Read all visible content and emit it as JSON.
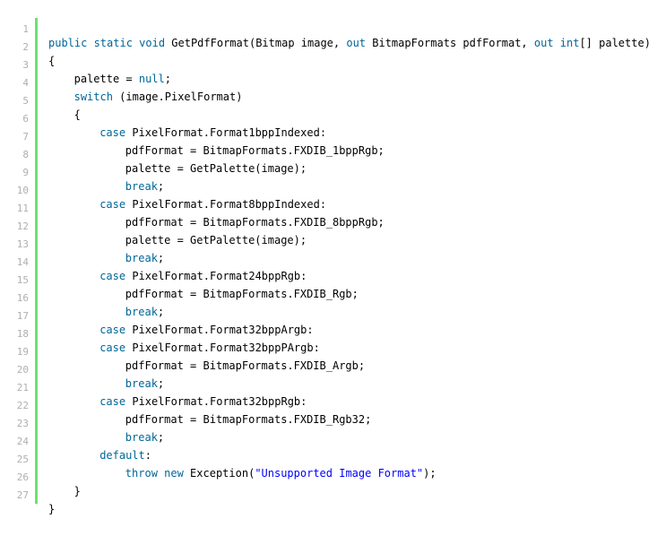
{
  "theme": {
    "background": "#ffffff",
    "gutter_text_color": "#afafaf",
    "gutter_accent_color": "#6ce26c",
    "keyword_color": "#006699",
    "string_color": "#0000ff",
    "plain_color": "#000000"
  },
  "gutter": {
    "line_numbers": [
      "1",
      "2",
      "3",
      "4",
      "5",
      "6",
      "7",
      "8",
      "9",
      "10",
      "11",
      "12",
      "13",
      "14",
      "15",
      "16",
      "17",
      "18",
      "19",
      "20",
      "21",
      "22",
      "23",
      "24",
      "25",
      "26",
      "27"
    ]
  },
  "code": {
    "language": "C#",
    "lines": [
      {
        "indent": 0,
        "tokens": [
          {
            "t": "public static void",
            "k": "keyword"
          },
          {
            "t": " GetPdfFormat(Bitmap image, ",
            "k": "plain"
          },
          {
            "t": "out",
            "k": "keyword"
          },
          {
            "t": " BitmapFormats pdfFormat, ",
            "k": "plain"
          },
          {
            "t": "out int",
            "k": "keyword"
          },
          {
            "t": "[] palette)",
            "k": "plain"
          }
        ]
      },
      {
        "indent": 0,
        "tokens": [
          {
            "t": "{",
            "k": "plain"
          }
        ]
      },
      {
        "indent": 1,
        "tokens": [
          {
            "t": "palette = ",
            "k": "plain"
          },
          {
            "t": "null",
            "k": "keyword"
          },
          {
            "t": ";",
            "k": "plain"
          }
        ]
      },
      {
        "indent": 1,
        "tokens": [
          {
            "t": "switch",
            "k": "keyword"
          },
          {
            "t": " (image.PixelFormat)",
            "k": "plain"
          }
        ]
      },
      {
        "indent": 1,
        "tokens": [
          {
            "t": "{",
            "k": "plain"
          }
        ]
      },
      {
        "indent": 2,
        "tokens": [
          {
            "t": "case",
            "k": "keyword"
          },
          {
            "t": " PixelFormat.Format1bppIndexed:",
            "k": "plain"
          }
        ]
      },
      {
        "indent": 3,
        "tokens": [
          {
            "t": "pdfFormat = BitmapFormats.FXDIB_1bppRgb;",
            "k": "plain"
          }
        ]
      },
      {
        "indent": 3,
        "tokens": [
          {
            "t": "palette = GetPalette(image);",
            "k": "plain"
          }
        ]
      },
      {
        "indent": 3,
        "tokens": [
          {
            "t": "break",
            "k": "keyword"
          },
          {
            "t": ";",
            "k": "plain"
          }
        ]
      },
      {
        "indent": 2,
        "tokens": [
          {
            "t": "case",
            "k": "keyword"
          },
          {
            "t": " PixelFormat.Format8bppIndexed:",
            "k": "plain"
          }
        ]
      },
      {
        "indent": 3,
        "tokens": [
          {
            "t": "pdfFormat = BitmapFormats.FXDIB_8bppRgb;",
            "k": "plain"
          }
        ]
      },
      {
        "indent": 3,
        "tokens": [
          {
            "t": "palette = GetPalette(image);",
            "k": "plain"
          }
        ]
      },
      {
        "indent": 3,
        "tokens": [
          {
            "t": "break",
            "k": "keyword"
          },
          {
            "t": ";",
            "k": "plain"
          }
        ]
      },
      {
        "indent": 2,
        "tokens": [
          {
            "t": "case",
            "k": "keyword"
          },
          {
            "t": " PixelFormat.Format24bppRgb:",
            "k": "plain"
          }
        ]
      },
      {
        "indent": 3,
        "tokens": [
          {
            "t": "pdfFormat = BitmapFormats.FXDIB_Rgb;",
            "k": "plain"
          }
        ]
      },
      {
        "indent": 3,
        "tokens": [
          {
            "t": "break",
            "k": "keyword"
          },
          {
            "t": ";",
            "k": "plain"
          }
        ]
      },
      {
        "indent": 2,
        "tokens": [
          {
            "t": "case",
            "k": "keyword"
          },
          {
            "t": " PixelFormat.Format32bppArgb:",
            "k": "plain"
          }
        ]
      },
      {
        "indent": 2,
        "tokens": [
          {
            "t": "case",
            "k": "keyword"
          },
          {
            "t": " PixelFormat.Format32bppPArgb:",
            "k": "plain"
          }
        ]
      },
      {
        "indent": 3,
        "tokens": [
          {
            "t": "pdfFormat = BitmapFormats.FXDIB_Argb;",
            "k": "plain"
          }
        ]
      },
      {
        "indent": 3,
        "tokens": [
          {
            "t": "break",
            "k": "keyword"
          },
          {
            "t": ";",
            "k": "plain"
          }
        ]
      },
      {
        "indent": 2,
        "tokens": [
          {
            "t": "case",
            "k": "keyword"
          },
          {
            "t": " PixelFormat.Format32bppRgb:",
            "k": "plain"
          }
        ]
      },
      {
        "indent": 3,
        "tokens": [
          {
            "t": "pdfFormat = BitmapFormats.FXDIB_Rgb32;",
            "k": "plain"
          }
        ]
      },
      {
        "indent": 3,
        "tokens": [
          {
            "t": "break",
            "k": "keyword"
          },
          {
            "t": ";",
            "k": "plain"
          }
        ]
      },
      {
        "indent": 2,
        "tokens": [
          {
            "t": "default",
            "k": "keyword"
          },
          {
            "t": ":",
            "k": "plain"
          }
        ]
      },
      {
        "indent": 3,
        "tokens": [
          {
            "t": "throw new",
            "k": "keyword"
          },
          {
            "t": " Exception(",
            "k": "plain"
          },
          {
            "t": "\"Unsupported Image Format\"",
            "k": "string"
          },
          {
            "t": ");",
            "k": "plain"
          }
        ]
      },
      {
        "indent": 1,
        "tokens": [
          {
            "t": "}",
            "k": "plain"
          }
        ]
      },
      {
        "indent": 0,
        "tokens": [
          {
            "t": "}",
            "k": "plain"
          }
        ]
      }
    ]
  }
}
